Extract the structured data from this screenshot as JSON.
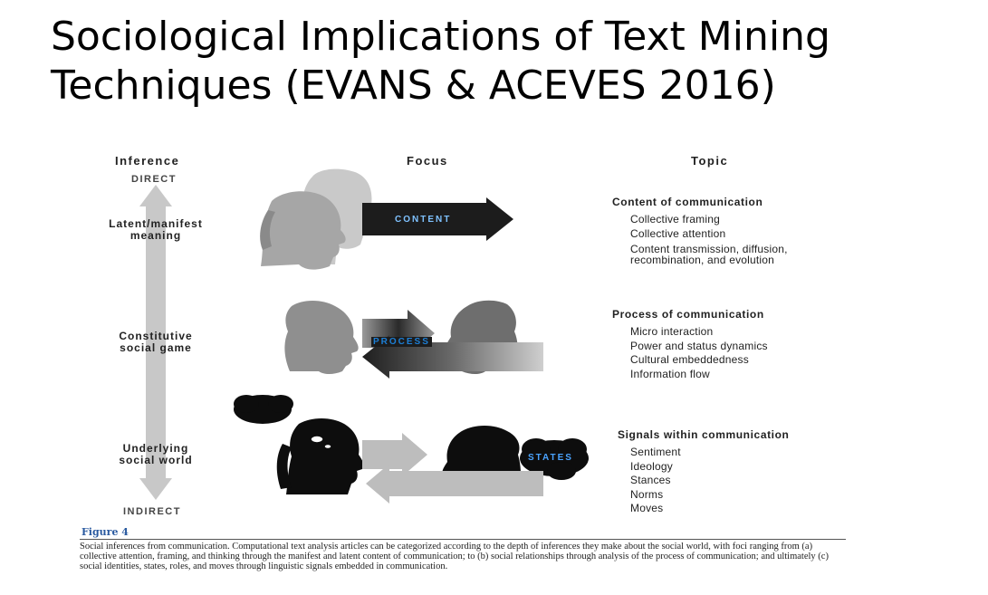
{
  "slide": {
    "title_line1": "Sociological Implications of Text Mining",
    "title_line2": "Techniques (EVANS & ACEVES 2016)"
  },
  "columns": {
    "inference": "Inference",
    "focus": "Focus",
    "topic": "Topic"
  },
  "axis": {
    "top": "DIRECT",
    "bottom": "INDIRECT"
  },
  "levels": [
    {
      "line1": "Latent/manifest",
      "line2": "meaning"
    },
    {
      "line1": "Constitutive",
      "line2": "social game"
    },
    {
      "line1": "Underlying",
      "line2": "social world"
    }
  ],
  "focus_labels": {
    "content": "CONTENT",
    "process": "PROCESS",
    "states": "STATES"
  },
  "topics": [
    {
      "heading": "Content of communication",
      "items": [
        "Collective framing",
        "Collective attention",
        "Content transmission, diffusion, recombination, and evolution"
      ]
    },
    {
      "heading": "Process of communication",
      "items": [
        "Micro interaction",
        "Power and status dynamics",
        "Cultural embeddedness",
        "Information flow"
      ]
    },
    {
      "heading": "Signals within communication",
      "items": [
        "Sentiment",
        "Ideology",
        "Stances",
        "Norms",
        "Moves"
      ]
    }
  ],
  "figure": {
    "label": "Figure 4",
    "caption": "Social inferences from communication. Computational text analysis articles can be categorized according to the depth of inferences they make about the social world, with foci ranging from (a) collective attention, framing, and thinking through the manifest and latent content of communication; to (b) social relationships through analysis of the process of communication; and ultimately (c) social identities, states, roles, and moves through linguistic signals embedded in communication."
  },
  "colors": {
    "accent_blue": "#2a5aa0",
    "label_blue": "#1d7fd6",
    "axis_gray": "#c8c8c8"
  }
}
